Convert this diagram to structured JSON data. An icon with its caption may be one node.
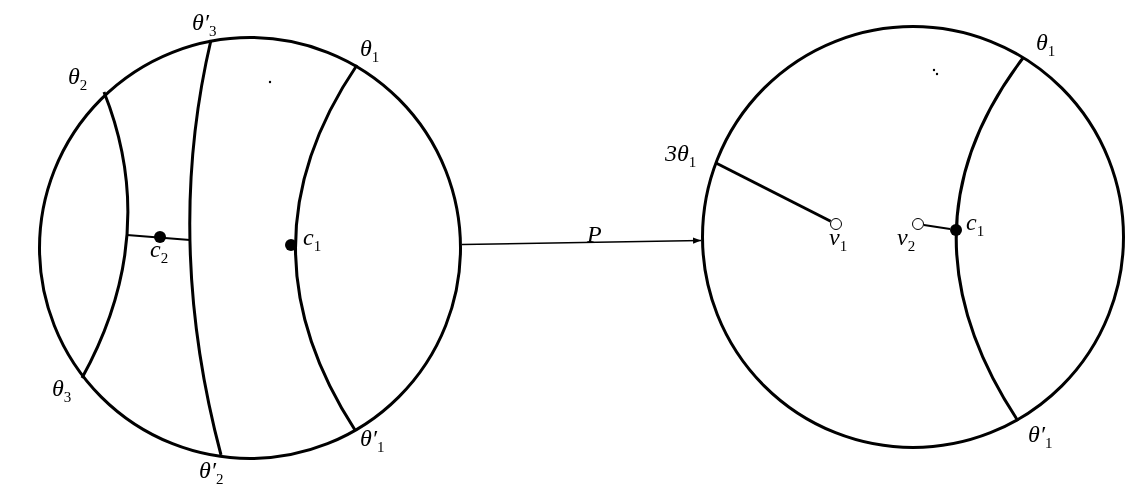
{
  "diagram": {
    "nodes": [
      {
        "text": [],
        "shape": "circle"
      },
      {
        "text": [],
        "shape": "circle"
      },
      {
        "text": [],
        "shape": "circle",
        "in": 0,
        "beside": [
          "c$_{2}$"
        ]
      },
      {
        "text": [],
        "shape": "circle",
        "in": 0,
        "beside": [
          "c$_{1}$"
        ]
      },
      {
        "text": [],
        "shape": "circle",
        "in": 1,
        "beside": [
          "v$_{1}$"
        ]
      },
      {
        "text": [],
        "shape": "circle",
        "in": 1,
        "beside": [
          "v$_{2}$"
        ]
      },
      {
        "text": [],
        "shape": "circle",
        "in": 1,
        "beside": [
          "c$_{1}$"
        ]
      }
    ],
    "edges": [
      {
        "from": 0,
        "to": 1,
        "arrow": "to",
        "label": "P"
      },
      {
        "from": 4,
        "to": null,
        "arrow": "none"
      },
      {
        "from": 5,
        "to": 6,
        "arrow": "none"
      }
    ],
    "labels": [
      "θ′$_{3}$",
      "θ$_{1}$",
      "θ$_{2}$",
      "θ$_{3}$",
      "θ′$_{1}$",
      "θ′$_{2}$",
      "θ$_{1}$",
      "3θ$_{1}$",
      "θ′$_{1}$"
    ]
  }
}
